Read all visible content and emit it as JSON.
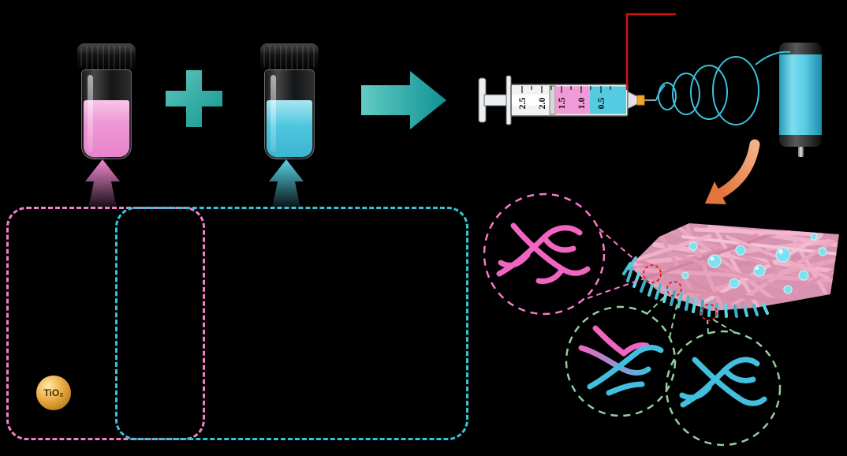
{
  "syringe": {
    "scale_labels": [
      "2.5",
      "2.0",
      "1.5",
      "1.0",
      "0.5"
    ]
  },
  "tio2": {
    "label": "TiO₂"
  },
  "palette": {
    "background": "#000000",
    "pink_solution": "#ef97d6",
    "cyan_solution": "#4fc6df",
    "teal_plus_and_arrow": "#18988f",
    "wire_red": "#d01515",
    "coil_cyan": "#3cc0dc",
    "collector_cyan": "#59cde4",
    "orange_arrow": "#e0763c",
    "membrane_fiber_pink": "#e8a0bc",
    "membrane_fiber_cyan": "#46bcd2",
    "droplet_cyan": "#7fe0ef",
    "highlight_circle_red": "#e51818",
    "pink_dashed_border": "#f57cc8",
    "green_dashed_border": "#93cf9f",
    "cyan_dashed_border": "#35c5d8",
    "tio2_gold": "#eaa93e",
    "pink_network": "#f165c2",
    "cyan_network": "#43bede"
  }
}
